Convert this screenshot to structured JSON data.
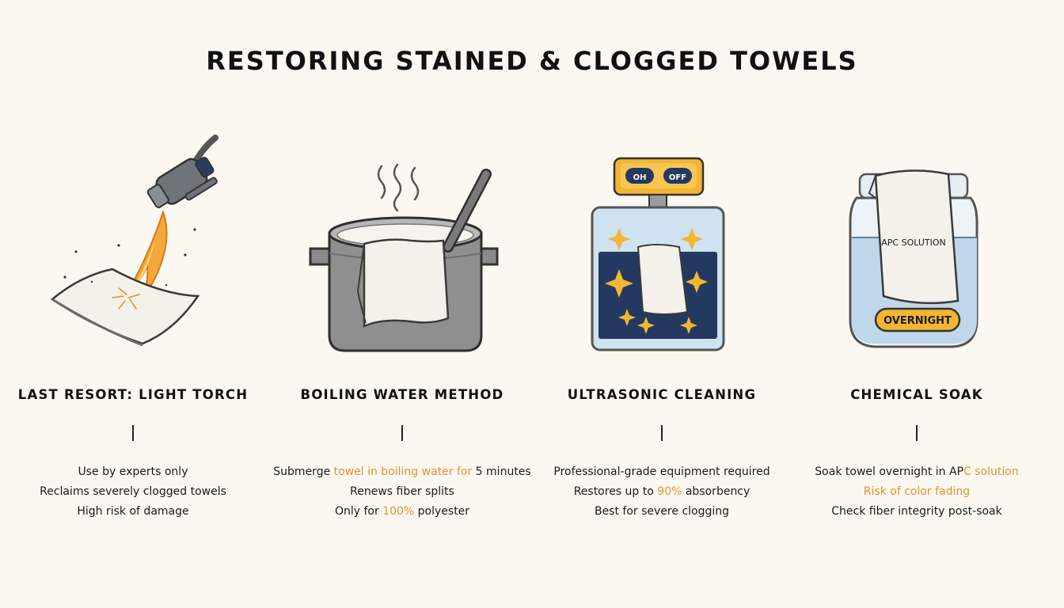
{
  "title": "RESTORING STAINED & CLOGGED TOWELS",
  "colors": {
    "accent": "#e5922f",
    "background": "#faf8f1",
    "text": "#111111",
    "panel_blue": "#24395f",
    "badge_yellow": "#f2b632"
  },
  "methods": [
    {
      "heading": "BOILING WATER METHOD",
      "icon": "boiling-pot-icon",
      "lines": [
        [
          {
            "t": "Submerge ",
            "hl": false
          },
          {
            "t": "towel in boiling water for",
            "hl": true
          },
          {
            "t": " 5 minutes",
            "hl": false
          }
        ],
        [
          {
            "t": "Renews fiber splits",
            "hl": false
          }
        ],
        [
          {
            "t": "Only for ",
            "hl": false
          },
          {
            "t": "100%",
            "hl": true
          },
          {
            "t": " polyester",
            "hl": false
          }
        ]
      ]
    },
    {
      "heading": "ULTRASONIC CLEANING",
      "icon": "ultrasonic-cleaner-icon",
      "labels": {
        "on": "OH",
        "off": "OFF"
      },
      "lines": [
        [
          {
            "t": "Professional-grade equipment required",
            "hl": false
          }
        ],
        [
          {
            "t": "Restores up to ",
            "hl": false
          },
          {
            "t": "90%",
            "hl": true
          },
          {
            "t": " absorbency",
            "hl": false
          }
        ],
        [
          {
            "t": "Best for severe clogging",
            "hl": false
          }
        ]
      ]
    },
    {
      "heading": "CHEMICAL SOAK",
      "icon": "soak-jar-icon",
      "labels": {
        "solution": "APC SOLUTION",
        "badge": "OVERNIGHT"
      },
      "lines": [
        [
          {
            "t": "Soak towel overnight in AP",
            "hl": false
          },
          {
            "t": "C solution",
            "hl": true
          }
        ],
        [
          {
            "t": "Risk of color fading",
            "hl": true
          }
        ],
        [
          {
            "t": "Check fiber integrity post-soak",
            "hl": false
          }
        ]
      ]
    },
    {
      "heading": "LAST RESORT: LIGHT TORCH",
      "icon": "torch-icon",
      "lines": [
        [
          {
            "t": "Use by experts only",
            "hl": false
          }
        ],
        [
          {
            "t": "Reclaims severely clogged towels",
            "hl": false
          }
        ],
        [
          {
            "t": "High risk of damage",
            "hl": false
          }
        ]
      ]
    }
  ]
}
